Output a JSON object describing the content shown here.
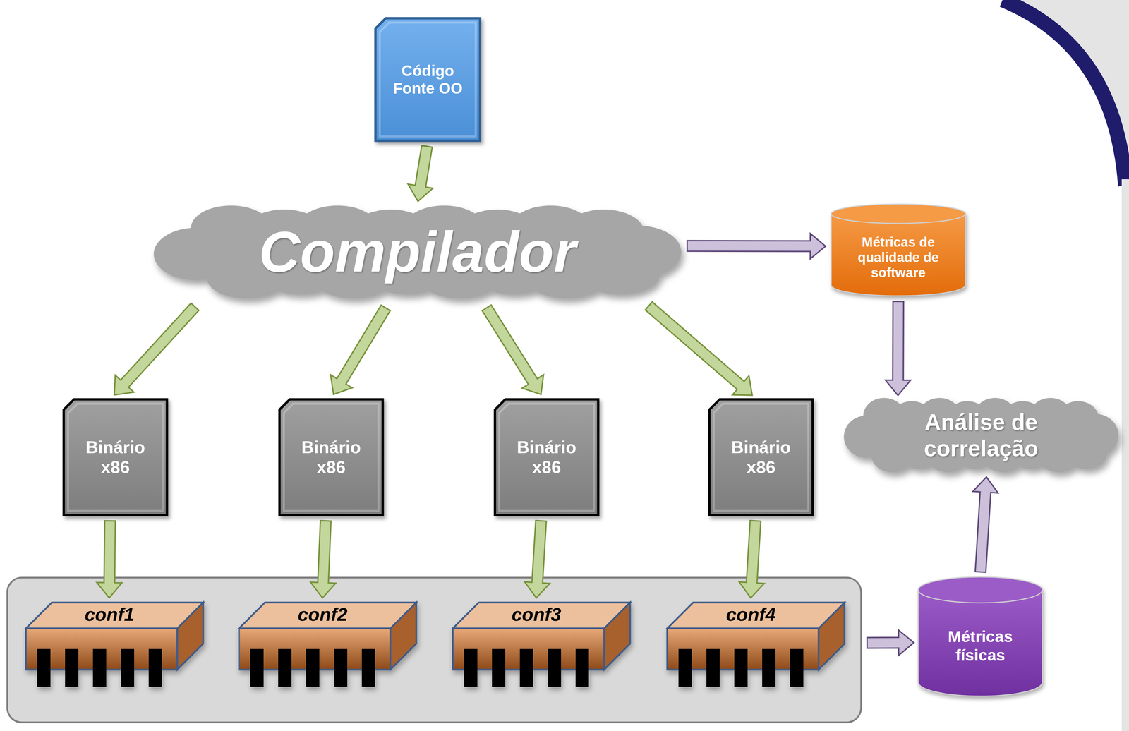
{
  "diagram": {
    "nodes": [
      {
        "text": [
          "Código Fonte OO"
        ]
      },
      {
        "text": [
          "Compilador"
        ]
      },
      {
        "text": [
          "Métricas de qualidade de software"
        ]
      },
      {
        "text": [
          "Análise de correlação"
        ]
      },
      {
        "text": [
          "Binário x86"
        ]
      },
      {
        "text": [
          "Binário x86"
        ]
      },
      {
        "text": [
          "Binário x86"
        ]
      },
      {
        "text": [
          "Binário x86"
        ]
      },
      {
        "text": [
          "conf1"
        ]
      },
      {
        "text": [
          "conf2"
        ]
      },
      {
        "text": [
          "conf3"
        ]
      },
      {
        "text": [
          "conf4"
        ]
      },
      {
        "text": [
          "Métricas físicas"
        ]
      }
    ],
    "edges": [
      {
        "from": 0,
        "to": 1,
        "arrow": "to"
      },
      {
        "from": 1,
        "to": 4,
        "arrow": "to"
      },
      {
        "from": 1,
        "to": 5,
        "arrow": "to"
      },
      {
        "from": 1,
        "to": 6,
        "arrow": "to"
      },
      {
        "from": 1,
        "to": 7,
        "arrow": "to"
      },
      {
        "from": 4,
        "to": 8,
        "arrow": "to"
      },
      {
        "from": 5,
        "to": 9,
        "arrow": "to"
      },
      {
        "from": 6,
        "to": 10,
        "arrow": "to"
      },
      {
        "from": 7,
        "to": 11,
        "arrow": "to"
      },
      {
        "from": 1,
        "to": 2,
        "arrow": "to"
      },
      {
        "from": 2,
        "to": 3,
        "arrow": "to"
      },
      {
        "from": 11,
        "to": 12,
        "arrow": "to"
      },
      {
        "from": 12,
        "to": 3,
        "arrow": "to"
      }
    ]
  }
}
